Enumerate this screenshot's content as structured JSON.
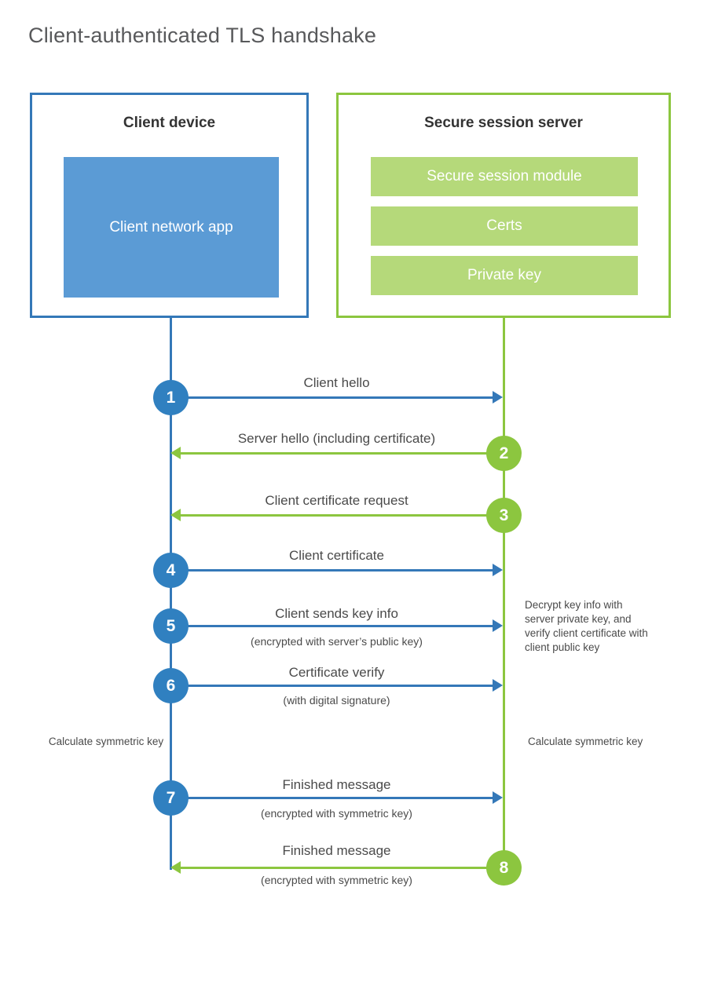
{
  "page": {
    "title": "Client-authenticated TLS handshake"
  },
  "colors": {
    "client_accent": "#3478b8",
    "client_circle": "#3080c0",
    "client_app_fill": "#5b9bd5",
    "server_accent": "#8cc63f",
    "server_bar_fill": "#b5d97a",
    "text": "#4a4a4a",
    "title_text": "#58595b"
  },
  "actors": {
    "client": {
      "title": "Client device",
      "app_label": "Client network app"
    },
    "server": {
      "title": "Secure session server",
      "components": [
        "Secure session module",
        "Certs",
        "Private key"
      ]
    }
  },
  "steps": [
    {
      "number": "1",
      "label": "Client hello",
      "sublabel": "",
      "direction": "client-to-server",
      "color": "blue"
    },
    {
      "number": "2",
      "label": "Server hello (including certificate)",
      "sublabel": "",
      "direction": "server-to-client",
      "color": "green"
    },
    {
      "number": "3",
      "label": "Client certificate request",
      "sublabel": "",
      "direction": "server-to-client",
      "color": "green"
    },
    {
      "number": "4",
      "label": "Client certificate",
      "sublabel": "",
      "direction": "client-to-server",
      "color": "blue"
    },
    {
      "number": "5",
      "label": "Client sends key info",
      "sublabel": "(encrypted with server’s public key)",
      "direction": "client-to-server",
      "color": "blue"
    },
    {
      "number": "6",
      "label": "Certificate verify",
      "sublabel": "(with digital signature)",
      "direction": "client-to-server",
      "color": "blue"
    },
    {
      "number": "7",
      "label": "Finished message",
      "sublabel": "(encrypted with symmetric key)",
      "direction": "client-to-server",
      "color": "blue"
    },
    {
      "number": "8",
      "label": "Finished message",
      "sublabel": "(encrypted with symmetric key)",
      "direction": "server-to-client",
      "color": "green"
    }
  ],
  "notes": {
    "server_decrypt": "Decrypt key info with server private key, and verify client certificate with client public key",
    "client_calculate": "Calculate symmetric key",
    "server_calculate": "Calculate symmetric key"
  }
}
